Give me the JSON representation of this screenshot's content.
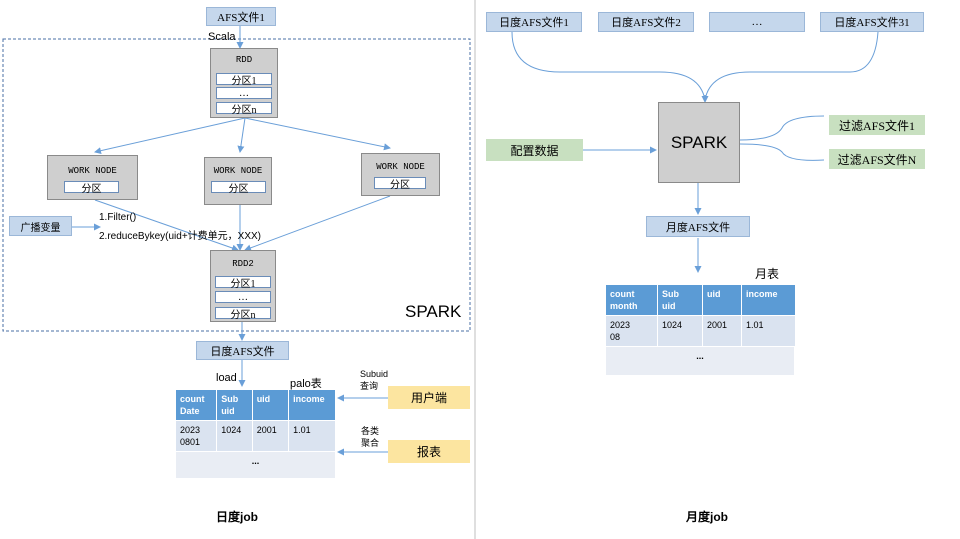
{
  "left": {
    "afs_file_1": "AFS文件1",
    "scala": "Scala",
    "rdd": {
      "title": "RDD",
      "items": [
        "分区1",
        "…",
        "分区n"
      ]
    },
    "work_nodes": [
      {
        "title": "WORK  NODE",
        "item": "分区"
      },
      {
        "title": "WORK  NODE",
        "item": "分区"
      },
      {
        "title": "WORK  NODE",
        "item": "分区"
      }
    ],
    "broadcast": "广播变量",
    "ops": [
      "1.Filter()",
      "2.reduceBykey(uid+计费单元，XXX)"
    ],
    "rdd2": {
      "title": "RDD2",
      "items": [
        "分区1",
        "…",
        "分区n"
      ]
    },
    "spark": "SPARK",
    "daily_afs": "日度AFS文件",
    "load": "load",
    "palo": "palo表",
    "subuid_query": [
      "Subuid",
      "查询"
    ],
    "agg": [
      "各类",
      "聚合"
    ],
    "user_side": "用户端",
    "report": "报表",
    "table": {
      "headers": [
        [
          "count",
          "Date"
        ],
        [
          "Sub",
          "uid"
        ],
        [
          "uid"
        ],
        [
          "income"
        ]
      ],
      "row": [
        [
          "2023",
          "0801"
        ],
        [
          "1024"
        ],
        [
          "2001"
        ],
        [
          "1.01"
        ]
      ],
      "more": "..."
    },
    "caption": "日度job"
  },
  "right": {
    "daily_files": [
      "日度AFS文件1",
      "日度AFS文件2",
      "…",
      "日度AFS文件31"
    ],
    "config": "配置数据",
    "spark": "SPARK",
    "filter_files": [
      "过滤AFS文件1",
      "过滤AFS文件N"
    ],
    "monthly_afs": "月度AFS文件",
    "monthly_label": "月表",
    "table": {
      "headers": [
        [
          "count",
          "month"
        ],
        [
          "Sub",
          "uid"
        ],
        [
          "uid"
        ],
        [
          "income"
        ]
      ],
      "row": [
        [
          "2023",
          "08"
        ],
        [
          "1024"
        ],
        [
          "2001"
        ],
        [
          "1.01"
        ]
      ],
      "more": "..."
    },
    "caption": "月度job"
  },
  "colors": {
    "blue_box": "#c5d7ec",
    "green_box": "#c8e0c0",
    "yellow_box": "#fce5a0",
    "header": "#5b9bd5",
    "arrow": "#6a9fd8"
  }
}
